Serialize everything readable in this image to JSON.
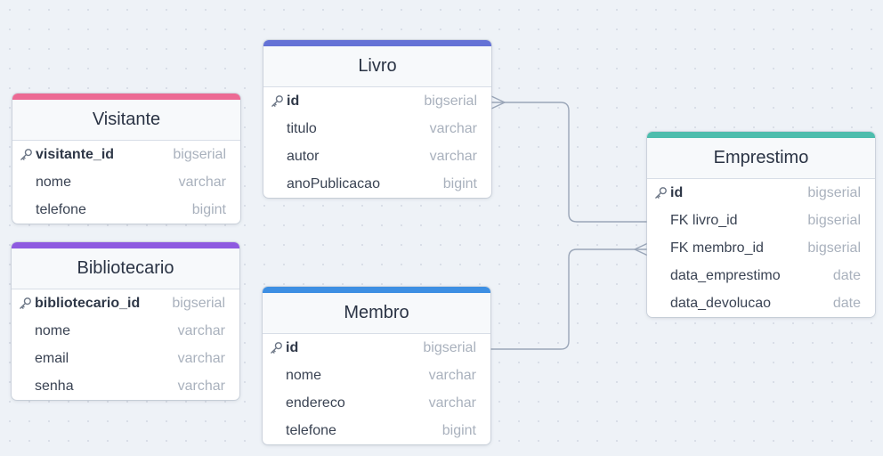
{
  "colors": {
    "visitante": "#ec6a94",
    "bibliotecario": "#8e5ae0",
    "livro": "#6472d6",
    "membro": "#3d8fe3",
    "emprestimo": "#4dbdad",
    "connector": "#9aa6b8"
  },
  "tables": {
    "visitante": {
      "name": "Visitante",
      "fields": [
        {
          "name": "visitante_id",
          "type": "bigserial",
          "pk": true
        },
        {
          "name": "nome",
          "type": "varchar"
        },
        {
          "name": "telefone",
          "type": "bigint"
        }
      ]
    },
    "bibliotecario": {
      "name": "Bibliotecario",
      "fields": [
        {
          "name": "bibliotecario_id",
          "type": "bigserial",
          "pk": true
        },
        {
          "name": "nome",
          "type": "varchar"
        },
        {
          "name": "email",
          "type": "varchar"
        },
        {
          "name": "senha",
          "type": "varchar"
        }
      ]
    },
    "livro": {
      "name": "Livro",
      "fields": [
        {
          "name": "id",
          "type": "bigserial",
          "pk": true
        },
        {
          "name": "titulo",
          "type": "varchar"
        },
        {
          "name": "autor",
          "type": "varchar"
        },
        {
          "name": "anoPublicacao",
          "type": "bigint"
        }
      ]
    },
    "membro": {
      "name": "Membro",
      "fields": [
        {
          "name": "id",
          "type": "bigserial",
          "pk": true
        },
        {
          "name": "nome",
          "type": "varchar"
        },
        {
          "name": "endereco",
          "type": "varchar"
        },
        {
          "name": "telefone",
          "type": "bigint"
        }
      ]
    },
    "emprestimo": {
      "name": "Emprestimo",
      "fields": [
        {
          "name": "id",
          "type": "bigserial",
          "pk": true
        },
        {
          "name": "FK livro_id",
          "type": "bigserial"
        },
        {
          "name": "FK membro_id",
          "type": "bigserial"
        },
        {
          "name": "data_emprestimo",
          "type": "date"
        },
        {
          "name": "data_devolucao",
          "type": "date"
        }
      ]
    }
  }
}
